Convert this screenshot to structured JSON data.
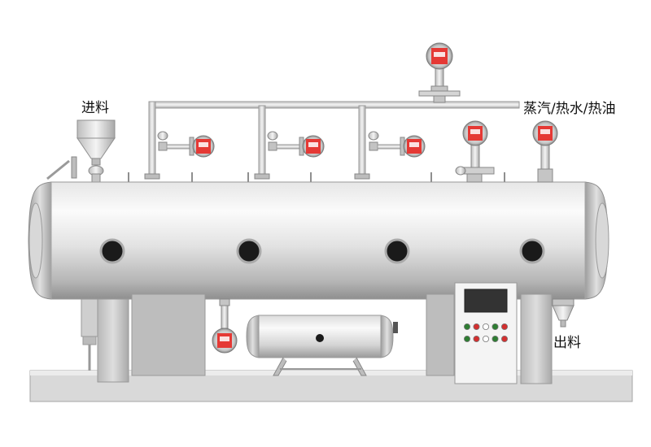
{
  "labels": {
    "feed_in": "进料",
    "discharge": "出料",
    "heating_medium": "蒸汽/热水/热油"
  },
  "colors": {
    "gauge_face": "#e53935",
    "steel_light": "#f2f2f2",
    "steel_mid": "#c9c9c9",
    "steel_dark": "#8c8c8c",
    "panel_screen": "#333333",
    "button_red": "#d32f2f",
    "button_green": "#2e7d32",
    "button_white": "#ffffff",
    "porthole": "#1a1a1a"
  },
  "control_panel": {
    "buttons": [
      "green",
      "red",
      "white",
      "green",
      "red",
      "green",
      "red",
      "white",
      "green",
      "red"
    ]
  }
}
